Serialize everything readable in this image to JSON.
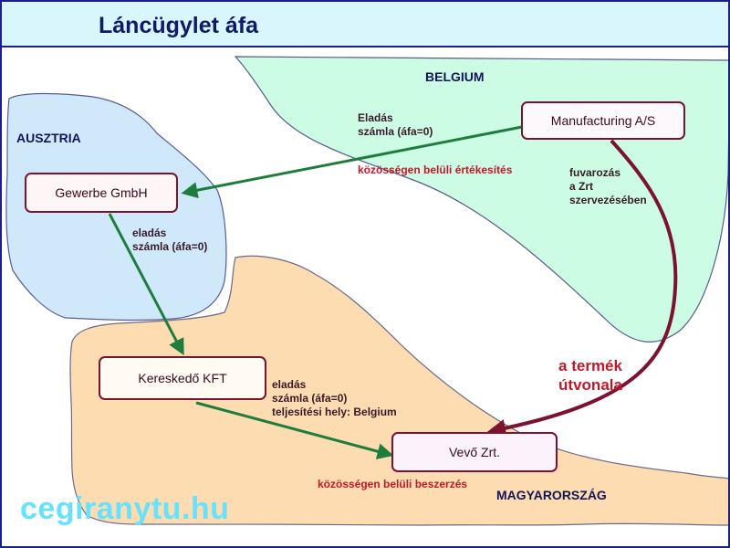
{
  "title": "Láncügylet áfa",
  "countries": {
    "belgium": "BELGIUM",
    "austria": "AUSZTRIA",
    "hungary": "MAGYARORSZÁG"
  },
  "companies": {
    "manufacturing": "Manufacturing A/S",
    "gewerbe": "Gewerbe GmbH",
    "kereskedo": "Kereskedő KFT",
    "vevo": "Vevő Zrt."
  },
  "labels": {
    "sale_1": [
      "Eladás",
      "számla (áfa=0)"
    ],
    "intra_sale": "közösségen belüli értékesítés",
    "transport": [
      "fuvarozás",
      "a Zrt",
      "szervezésében"
    ],
    "sale_2": [
      "eladás",
      "számla (áfa=0)"
    ],
    "sale_3": [
      "eladás",
      "számla (áfa=0)",
      "teljesítési hely: Belgium"
    ],
    "intra_acquisition": "közösségen belüli beszerzés",
    "product_route": [
      "a termék",
      "útvonala"
    ]
  },
  "watermark": "cegiranytu.hu",
  "colors": {
    "belgium_fill": "#ccfce4",
    "austria_fill": "#cfe9fb",
    "hungary_fill": "#fcdcb0",
    "title_bar": "#d8f6fc",
    "invoice_arrow": "#1e7d3c",
    "route_arrow": "#7a1230",
    "route_text": "#c0192b",
    "watermark": "#66e2ff"
  }
}
